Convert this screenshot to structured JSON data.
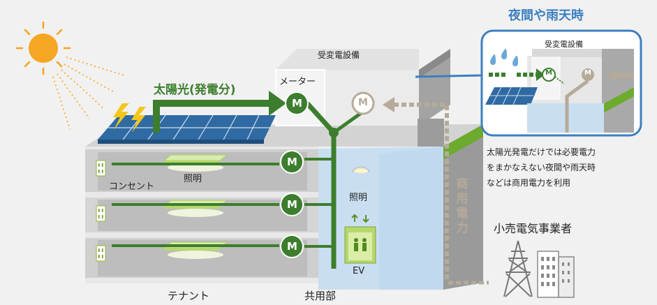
{
  "diagram": {
    "solar_flow_label": "太陽光(発電分)",
    "substation_label": "受変電設備",
    "meter_label": "メーター",
    "meter_symbol": "M",
    "outlet_label": "コンセント",
    "tenant_light_label": "照明",
    "common_light_label": "照明",
    "elevator_label": "EV",
    "tenant_area_label": "テナント",
    "common_area_label": "共用部",
    "grid_power_label": [
      "商",
      "用",
      "電",
      "力"
    ],
    "retailer_label": "小売電気事業者"
  },
  "inset": {
    "title": "夜間や雨天時",
    "substation_label": "受変電設備",
    "meter_symbol": "M"
  },
  "note": {
    "lines": [
      "太陽光発電だけでは必要電力",
      "をまかなえない夜間や雨天時",
      "などは商用電力を利用"
    ]
  },
  "colors": {
    "solar_green": "#3c7e2d",
    "grid_beige": "#b6aa99",
    "sun_orange": "#f4a31e",
    "inset_blue": "#3b7fc1",
    "accent_green": "#6cab2e",
    "common_area_blue": "#c9dff1"
  },
  "icons": [
    "sun-icon",
    "lightning-icon",
    "outlet-icon",
    "ceiling-light-icon",
    "elevator-icon",
    "transmission-tower-icon",
    "building-icon",
    "rain-drop-icon"
  ]
}
